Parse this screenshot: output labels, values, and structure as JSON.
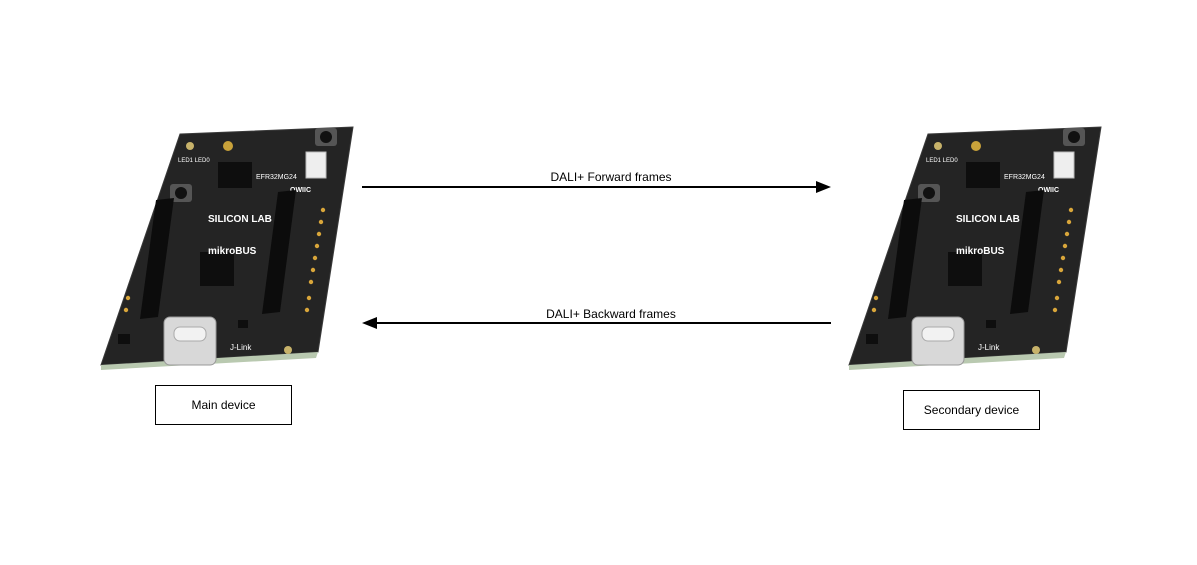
{
  "diagram": {
    "forward_label": "DALI+ Forward frames",
    "backward_label": "DALI+ Backward frames",
    "main_device_label": "Main device",
    "secondary_device_label": "Secondary device"
  },
  "board": {
    "chip_label": "EFR32MG24",
    "brand_label": "SILICON LAB",
    "bus_label": "mikroBUS",
    "qwiic_label": "QWIIC",
    "jlink_label": "J-Link",
    "led_label": "LED1 LED0",
    "pcb_color": "#1d1d1d",
    "header_color": "#0c0c0c",
    "pad_color": "#d9a63a"
  }
}
